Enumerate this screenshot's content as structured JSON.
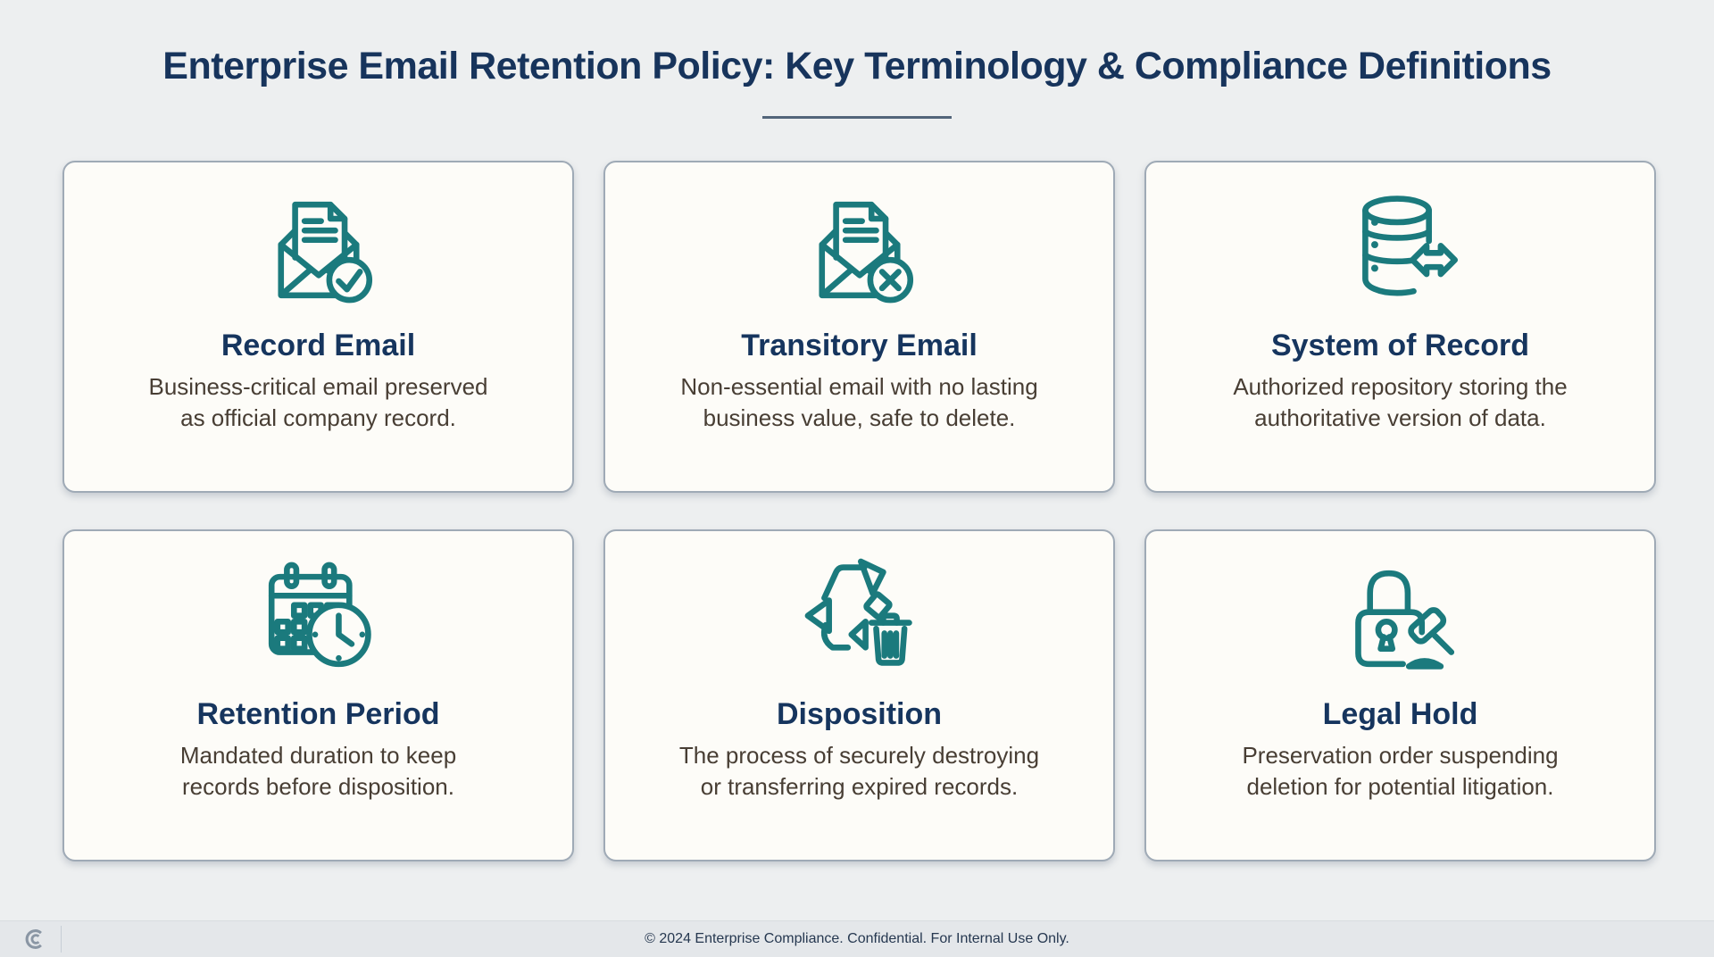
{
  "page": {
    "title": "Enterprise Email Retention Policy: Key Terminology & Compliance Definitions"
  },
  "colors": {
    "page_background": "#EDEFF0",
    "accent_teal": "#1B7A7D",
    "title_navy": "#17345C",
    "card_title_navy": "#16355E",
    "body_text_brown": "#483E34",
    "card_background": "#FDFCF8",
    "card_border": "#9FAAB6",
    "underline_slate": "#53657A",
    "footer_background": "#E4E7EA",
    "footer_text": "#263850",
    "footer_logo_gray": "#8A96A4"
  },
  "cards": [
    {
      "icon": "record-email-check-icon",
      "title": "Record Email",
      "lines": [
        "Business-critical email preserved",
        "as official company record."
      ]
    },
    {
      "icon": "transitory-email-x-icon",
      "title": "Transitory Email",
      "lines": [
        "Non-essential email with no lasting",
        "business value, safe to delete."
      ]
    },
    {
      "icon": "database-sync-icon",
      "title": "System of Record",
      "lines": [
        "Authorized repository storing the",
        "authoritative version of data."
      ]
    },
    {
      "icon": "calendar-clock-icon",
      "title": "Retention Period",
      "lines": [
        "Mandated duration to keep",
        "records before disposition."
      ]
    },
    {
      "icon": "recycle-trash-icon",
      "title": "Disposition",
      "lines": [
        "The process of securely destroying",
        "or transferring expired records."
      ]
    },
    {
      "icon": "lock-gavel-icon",
      "title": "Legal Hold",
      "lines": [
        "Preservation order suspending",
        "deletion for potential litigation."
      ]
    }
  ],
  "footer": {
    "text": "© 2024 Enterprise Compliance. Confidential. For Internal Use Only.",
    "logo": "concentric-c-logo"
  }
}
